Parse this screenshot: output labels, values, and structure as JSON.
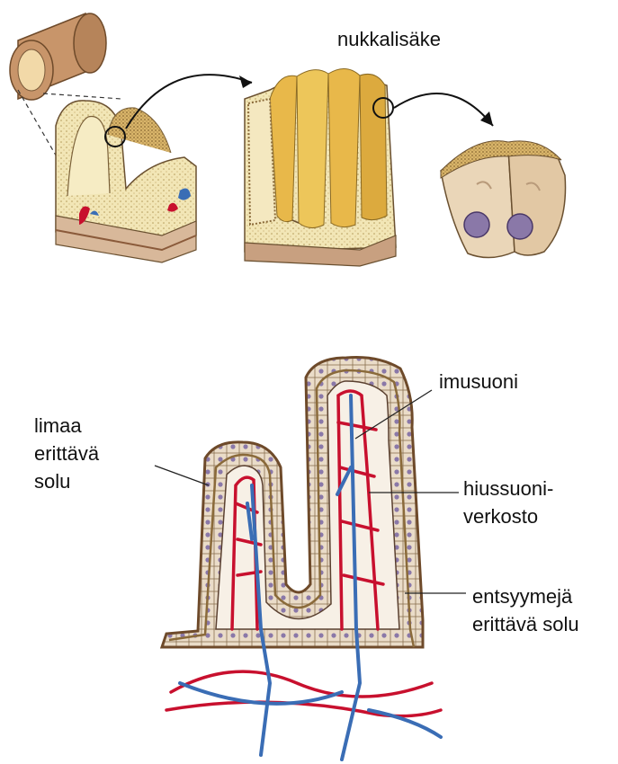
{
  "labels": {
    "villus": "nukkalisäke",
    "lymph_vessel": "imusuoni",
    "capillary_network": [
      "hiussuoni-",
      "verkosto"
    ],
    "mucus_cell": [
      "limaa",
      "erittävä",
      "solu"
    ],
    "enzyme_cell": [
      "entsyymejä",
      "erittävä solu"
    ]
  },
  "colors": {
    "tube_outer": "#c8956a",
    "tube_inner": "#f2d9a8",
    "tissue_tan": "#f0e2b0",
    "villi_gold": "#e8b84a",
    "epithelium_brown": "#a88a5e",
    "cell_fill": "#eadcc8",
    "nucleus_purple": "#8a78a8",
    "artery_red": "#c8102e",
    "vein_blue": "#3a6db5",
    "label_line": "#222222"
  }
}
